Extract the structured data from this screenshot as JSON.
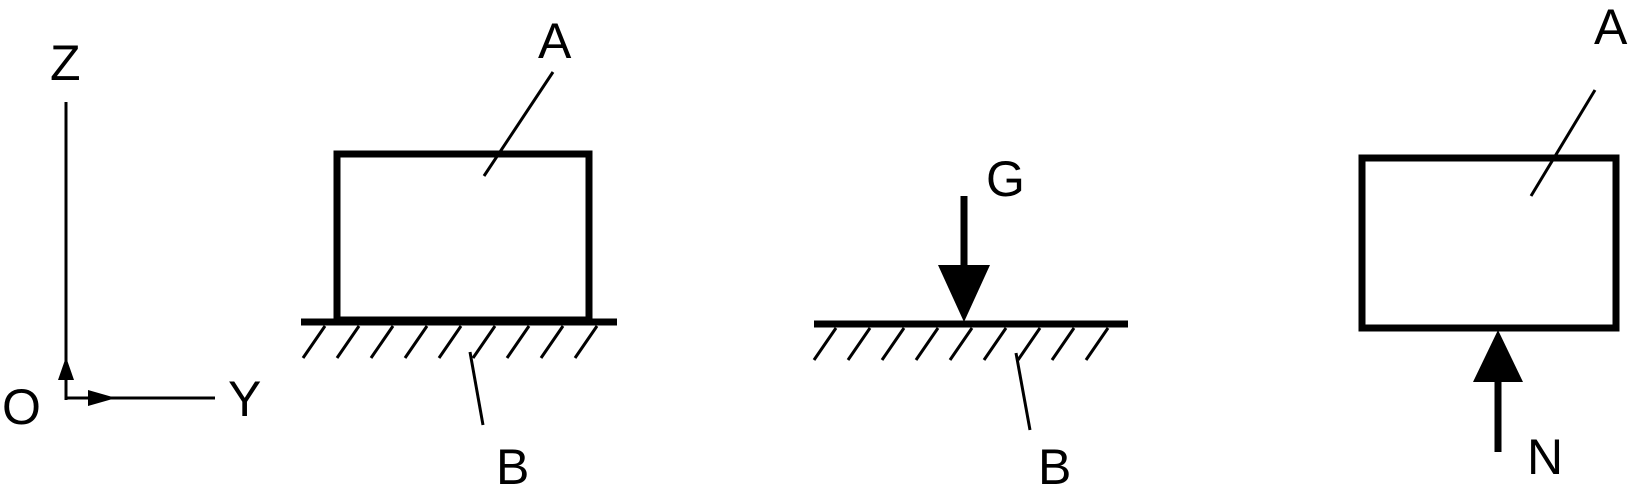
{
  "axes": {
    "z_label": "Z",
    "y_label": "Y",
    "origin_label": "O"
  },
  "panels": {
    "assembly": {
      "block_label": "A",
      "ground_label": "B"
    },
    "ground_fbd": {
      "force_label": "G",
      "ground_label": "B"
    },
    "block_fbd": {
      "block_label": "A",
      "force_label": "N"
    }
  },
  "colors": {
    "ink": "#000000",
    "background": "#ffffff"
  }
}
